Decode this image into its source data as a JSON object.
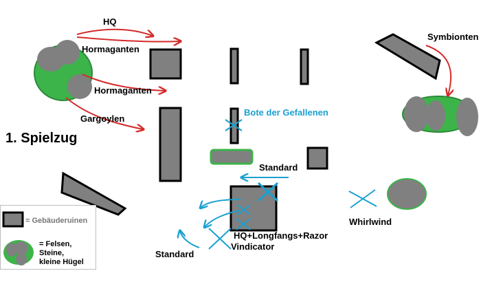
{
  "labels": {
    "hq": "HQ",
    "hormaganten_1": "Hormaganten",
    "hormaganten_2": "Hormaganten",
    "gargoylen": "Gargoylen",
    "symbionten": "Symbionten",
    "bote": "Bote der Gefallenen",
    "spielzug": "1. Spielzug",
    "standard_1": "Standard",
    "standard_2": "Standard",
    "whirlwind": "Whirlwind",
    "hq_longfangs": "HQ+Longfangs+Razor",
    "vindicator": "Vindicator"
  },
  "legend": {
    "ruins": "= Gebäuderuinen",
    "rocks": "= Felsen,\nSteine,\nkleine Hügel"
  },
  "colors": {
    "ruin_fill": "#808080",
    "hill_green": "#3cb44a",
    "tyranid_arrow": "#d42a2a",
    "marine_blue": "#1aa0d0",
    "text_blue": "#1aa0d0"
  }
}
